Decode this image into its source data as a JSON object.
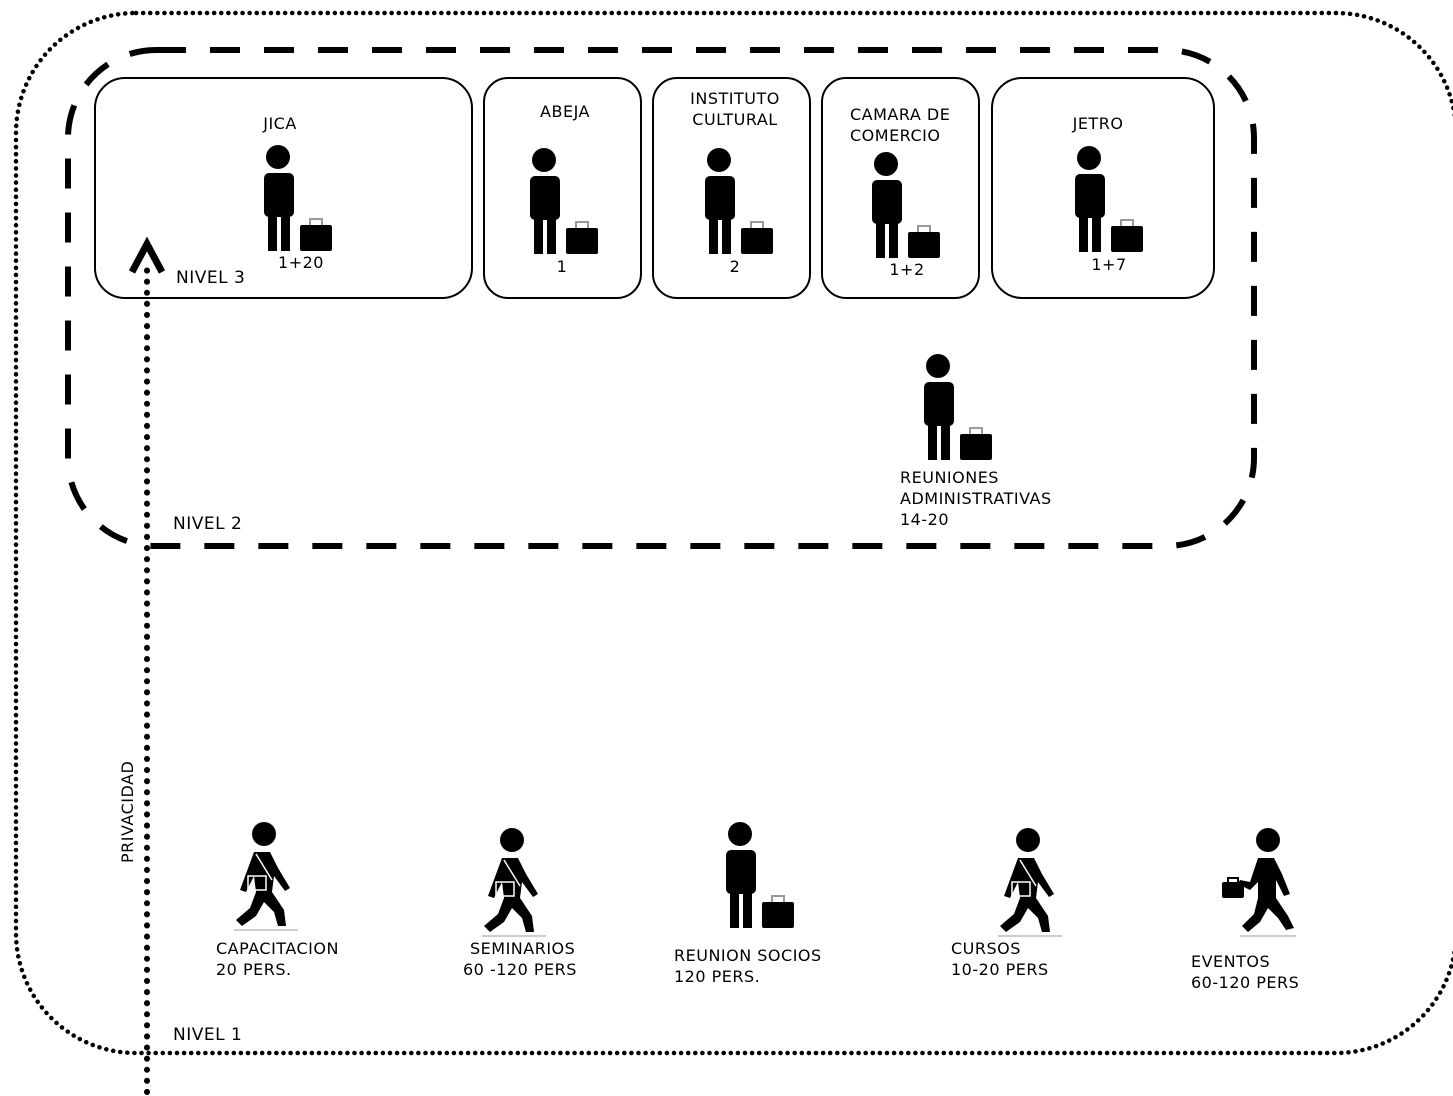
{
  "levels": {
    "nivel_3": "NIVEL 3",
    "nivel_2": "NIVEL 2",
    "nivel_1": "NIVEL 1"
  },
  "axis_label": "PRIVACIDAD",
  "offices": [
    {
      "name_lines": [
        "JICA"
      ],
      "count": "1+20"
    },
    {
      "name_lines": [
        "ABEJA"
      ],
      "count": "1"
    },
    {
      "name_lines": [
        "INSTITUTO",
        "CULTURAL"
      ],
      "count": "2"
    },
    {
      "name_lines": [
        "CAMARA DE",
        "COMERCIO"
      ],
      "count": "1+2"
    },
    {
      "name_lines": [
        "JETRO"
      ],
      "count": "1+7"
    }
  ],
  "admin": {
    "lines": [
      "REUNIONES",
      "ADMINISTRATIVAS",
      "14-20"
    ]
  },
  "activities": [
    {
      "lines": [
        "CAPACITACION",
        "20 PERS."
      ],
      "icon": "walking-person-icon"
    },
    {
      "lines": [
        "SEMINARIOS",
        "60 -120 PERS"
      ],
      "icon": "walking-person-icon"
    },
    {
      "lines": [
        "REUNION SOCIOS",
        "120 PERS."
      ],
      "icon": "standing-person-briefcase-icon"
    },
    {
      "lines": [
        "CURSOS",
        "10-20 PERS"
      ],
      "icon": "walking-person-icon"
    },
    {
      "lines": [
        "EVENTOS",
        "60-120 PERS"
      ],
      "icon": "walking-person-briefcase-icon"
    }
  ]
}
